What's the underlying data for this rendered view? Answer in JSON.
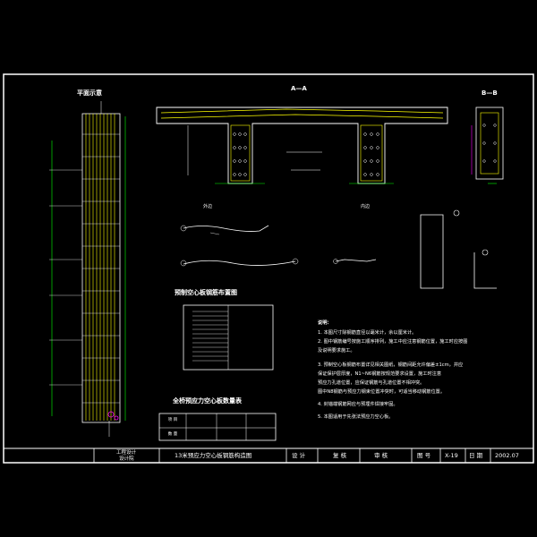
{
  "colors": {
    "background": "#000000",
    "frame": "#ffffff",
    "rebar_yellow": "#ffff00",
    "dim_green": "#00ff00",
    "accent_magenta": "#ff00ff",
    "accent_cyan": "#00ffff"
  },
  "views": {
    "plan_title": "平面示意",
    "section_aa": "A—A",
    "section_bb": "B—B",
    "left_label": "外边",
    "right_label": "内边",
    "table1_title": "预制空心板钢筋布置图",
    "table2_title": "全桥预应力空心板数量表"
  },
  "table2": {
    "headers": [
      "项 目",
      "",
      "",
      ""
    ],
    "row": [
      "数 量",
      "",
      "",
      ""
    ]
  },
  "notes": {
    "heading": "说明：",
    "lines": [
      "1. 本图尺寸除钢筋直径以毫米计，余以厘米计。",
      "2. 图中钢筋编号按施工顺序排列，施工中应注意钢筋位置，施工时应按图",
      "   及说明要求施工。",
      "3. 预制空心板钢筋布置详见相关图纸，钢筋间距允许偏差±1cm，并应",
      "   保证保护层厚度，N1~N6钢筋按规范要求设置，施工时注意",
      "   预应力孔道位置，应保证钢筋与孔道位置不相冲突。",
      "   图中N8钢筋与预应力钢束位置冲突时，可适当移动钢筋位置。",
      "4. 封锚端钢筋网应与预埋件焊接牢固。",
      "5. 本图适用于先张法预应力空心板。"
    ]
  },
  "title_block": {
    "left_logo": "工程设计",
    "left_sub": "设计院",
    "drawing_title": "13米预应力空心板钢筋构造图",
    "design": "设 计",
    "review": "复 核",
    "approve": "审 核",
    "sheet_no_label": "图 号",
    "sheet_no": "X-19",
    "date_label": "日 期",
    "date": "2002.07"
  }
}
